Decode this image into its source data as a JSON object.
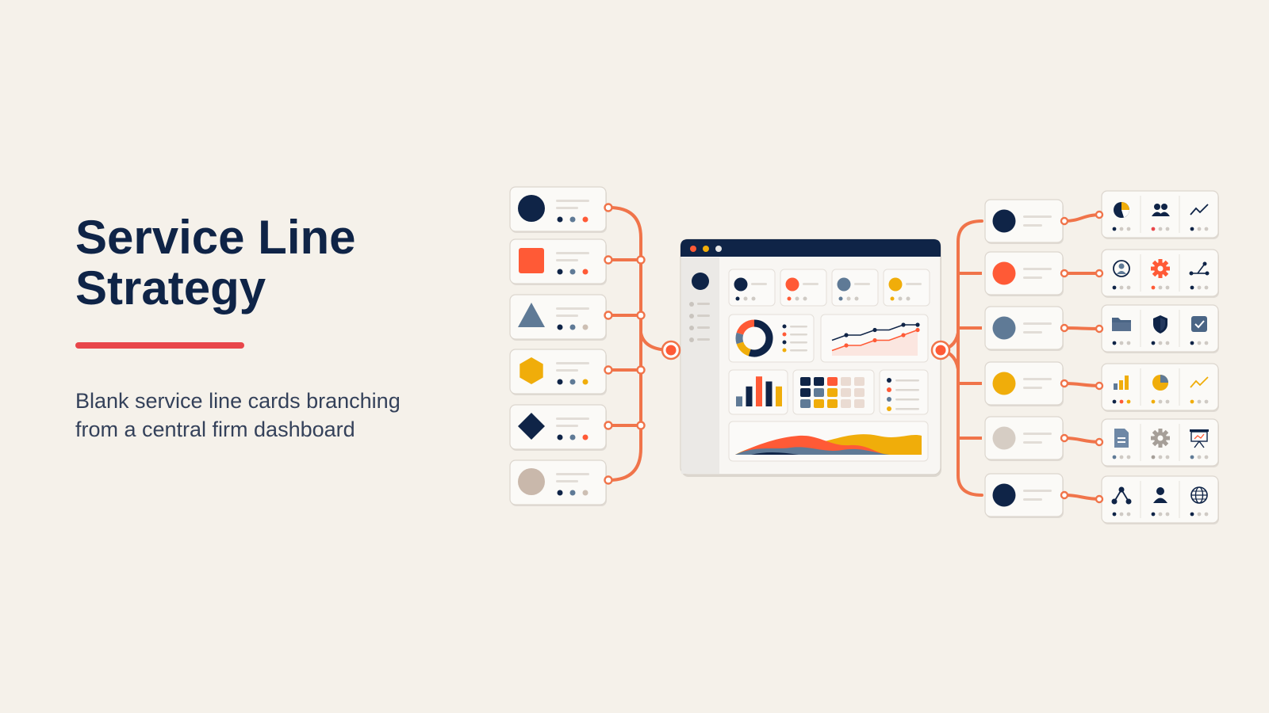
{
  "slide": {
    "title": "Service Line Strategy",
    "subtitle": "Blank service line cards branching from a central firm dashboard"
  },
  "colors": {
    "background": "#f5f1ea",
    "navy": "#0f2447",
    "orange": "#ff5a36",
    "slate": "#5f7a96",
    "gold": "#f0ad0a",
    "taupe": "#cdbfb3",
    "connector": "#f0744a",
    "accent_underline": "#e8464a"
  },
  "left_cards": [
    {
      "shape": "circle",
      "color": "#0f2447",
      "dots": [
        "#0f2447",
        "#5f7a96",
        "#ff5a36"
      ]
    },
    {
      "shape": "square",
      "color": "#ff5a36",
      "dots": [
        "#0f2447",
        "#5f7a96",
        "#ff5a36"
      ]
    },
    {
      "shape": "triangle",
      "color": "#5f7a96",
      "dots": [
        "#0f2447",
        "#5f7a96",
        "#cdbfb3"
      ]
    },
    {
      "shape": "hexagon",
      "color": "#f0ad0a",
      "dots": [
        "#0f2447",
        "#5f7a96",
        "#f0ad0a"
      ]
    },
    {
      "shape": "diamond",
      "color": "#0f2447",
      "dots": [
        "#0f2447",
        "#5f7a96",
        "#ff5a36"
      ]
    },
    {
      "shape": "circle",
      "color": "#c9b8ab",
      "dots": [
        "#0f2447",
        "#5f7a96",
        "#cdbfb3"
      ]
    }
  ],
  "right_cards": [
    {
      "color": "#0f2447"
    },
    {
      "color": "#ff5a36"
    },
    {
      "color": "#5f7a96"
    },
    {
      "color": "#f0ad0a"
    },
    {
      "color": "#d6cdc4"
    },
    {
      "color": "#0f2447"
    }
  ],
  "icon_panels": [
    [
      "pie-chart-icon",
      "users-icon",
      "line-trend-icon"
    ],
    [
      "user-circle-icon",
      "gear-icon",
      "connected-nodes-icon"
    ],
    [
      "folder-icon",
      "shield-icon",
      "checkbox-icon"
    ],
    [
      "bar-chart-icon",
      "pie-chart-icon",
      "line-trend-icon"
    ],
    [
      "document-icon",
      "gear-icon",
      "presentation-icon"
    ],
    [
      "network-icon",
      "person-icon",
      "globe-icon"
    ]
  ],
  "dashboard": {
    "window_dots": [
      "#ff5a36",
      "#f0ad0a",
      "#e6e6e6"
    ],
    "kpi_colors": [
      "#0f2447",
      "#ff5a36",
      "#5f7a96",
      "#f0ad0a"
    ],
    "donut": [
      {
        "color": "#0f2447",
        "value": 0.55
      },
      {
        "color": "#f0ad0a",
        "value": 0.15
      },
      {
        "color": "#5f7a96",
        "value": 0.1
      },
      {
        "color": "#ff5a36",
        "value": 0.2
      }
    ],
    "line_series": [
      {
        "color": "#0f2447",
        "values": [
          3,
          4,
          4,
          5,
          5,
          6,
          6
        ]
      },
      {
        "color": "#ff5a36",
        "values": [
          1,
          2,
          2,
          3,
          3,
          4,
          5
        ]
      }
    ],
    "bars": [
      {
        "color": "#5f7a96",
        "value": 2
      },
      {
        "color": "#0f2447",
        "value": 4
      },
      {
        "color": "#ff5a36",
        "value": 6
      },
      {
        "color": "#0f2447",
        "value": 5
      },
      {
        "color": "#f0ad0a",
        "value": 4
      }
    ],
    "grid": [
      [
        "#0f2447",
        "#0f2447",
        "#ff5a36",
        "#eadbd2",
        "#eadbd2"
      ],
      [
        "#0f2447",
        "#5f7a96",
        "#f0ad0a",
        "#eadbd2",
        "#eadbd2"
      ],
      [
        "#5f7a96",
        "#f0ad0a",
        "#f0ad0a",
        "#eadbd2",
        "#eadbd2"
      ]
    ],
    "legend_colors": [
      "#0f2447",
      "#ff5a36",
      "#5f7a96",
      "#f0ad0a"
    ]
  }
}
